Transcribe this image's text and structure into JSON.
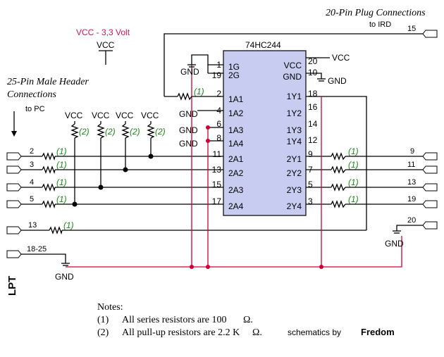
{
  "headers": {
    "plug_title": "20-Pin Plug Connections",
    "to_ird": "to IRD",
    "vcc_supply": "VCC - 3,3 Volt",
    "male_header_line1": "25-Pin Male Header",
    "male_header_line2": "Connections",
    "to_pc": "to PC",
    "lpt": "LPT"
  },
  "ic": {
    "name": "74HC244",
    "left_pin_labels": [
      "1G",
      "2G",
      "1A1",
      "1A2",
      "1A3",
      "1A4",
      "2A1",
      "2A2",
      "2A3",
      "2A4"
    ],
    "left_pin_numbers": [
      "1",
      "19",
      "2",
      "4",
      "6",
      "8",
      "11",
      "13",
      "15",
      "17"
    ],
    "right_pin_labels": [
      "VCC",
      "GND",
      "1Y1",
      "1Y2",
      "1Y3",
      "1Y4",
      "2Y1",
      "2Y2",
      "2Y3",
      "2Y4"
    ],
    "right_pin_numbers": [
      "20",
      "10",
      "18",
      "16",
      "14",
      "12",
      "9",
      "7",
      "5",
      "3"
    ]
  },
  "labels": {
    "vcc": "VCC",
    "gnd": "GND",
    "series_mark": "(1)",
    "pullup_mark": "(2)"
  },
  "lpt_pins": [
    "2",
    "3",
    "4",
    "5",
    "13",
    "18-25"
  ],
  "ird_pins": [
    "15",
    "9",
    "11",
    "13",
    "19",
    "20"
  ],
  "notes": {
    "title": "Notes:",
    "items": [
      {
        "mark": "(1)",
        "text": "All series resistors are 100",
        "unit": "Ω."
      },
      {
        "mark": "(2)",
        "text": "All pull-up resistors are 2.2 K",
        "unit": "Ω."
      }
    ],
    "credit_prefix": "schematics by",
    "credit_name": "Fredom"
  },
  "colors": {
    "wire": "#000000",
    "gnd_bus": "#cc0033",
    "ic_fill": "#c8ccf0",
    "resistor_label": "#1a8a1a",
    "vcc_supply": "#d4145a"
  }
}
